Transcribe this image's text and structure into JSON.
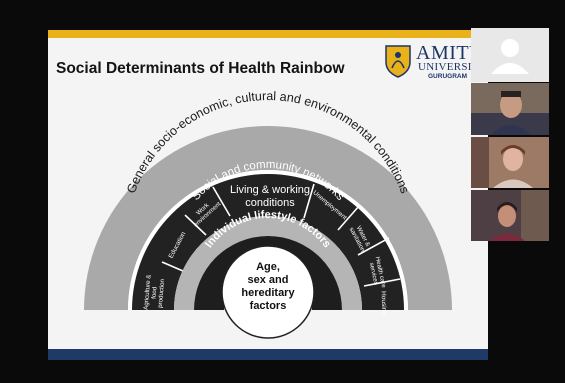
{
  "slide": {
    "title": "Social Determinants of Health Rainbow",
    "logo": {
      "name": "AMITY",
      "line2": "UNIVERSITY",
      "location": "GURUGRAM",
      "brand_color": "#1c3566",
      "accent_color": "#e9b21a"
    },
    "rainbow": {
      "outer_ring": "General socio-economic, cultural and environmental conditions",
      "middle_ring": "Social and community networks",
      "inner_ring": "Individual lifestyle factors",
      "core": [
        "Age,",
        "sex and",
        "hereditary",
        "factors"
      ],
      "living_conditions_header": [
        "Living & working",
        "conditions"
      ],
      "segments": [
        {
          "lines": [
            "Agriculture &",
            "food",
            "production"
          ]
        },
        {
          "lines": [
            "Education"
          ]
        },
        {
          "lines": [
            "Work",
            "environment"
          ]
        },
        {
          "lines": [
            "Unemployment"
          ]
        },
        {
          "lines": [
            "Water &",
            "sanitation"
          ]
        },
        {
          "lines": [
            "Health care",
            "services"
          ]
        },
        {
          "lines": [
            "Housing"
          ]
        }
      ]
    }
  },
  "participants": [
    {
      "kind": "placeholder-avatar",
      "color": "#ffffff"
    },
    {
      "kind": "video"
    },
    {
      "kind": "video"
    },
    {
      "kind": "video"
    }
  ]
}
